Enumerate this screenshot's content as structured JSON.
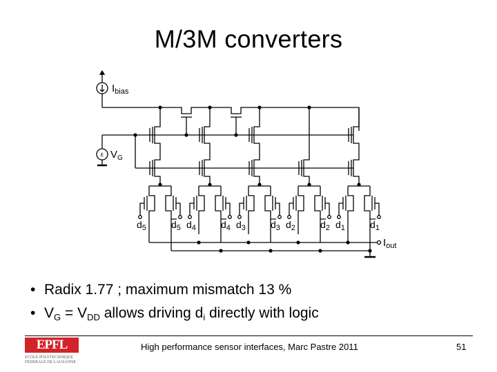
{
  "slide": {
    "title": "M/3M converters",
    "bullets": [
      {
        "parts": [
          "Radix 1.77 ; maximum mismatch 13 %"
        ]
      },
      {
        "v": "V",
        "g": "G",
        "eq": " = V",
        "dd": "DD",
        "mid": " allows driving d",
        "i": "i",
        "end": " directly with logic"
      }
    ],
    "footer": "High performance sensor interfaces, Marc Pastre 2011",
    "page_number": "51",
    "logo": {
      "mark": "EPFL",
      "line1": "ECOLE POLYTECHNIQUE",
      "line2": "FEDERALE DE LAUSANNE",
      "color": "#d2232a"
    }
  },
  "circuit": {
    "sources": {
      "ibias": "I",
      "ibias_sub": "bias",
      "vg": "V",
      "vg_sub": "G"
    },
    "output": {
      "label": "I",
      "sub": "out"
    },
    "digital_inputs": [
      {
        "name": "d",
        "sub": "5",
        "bar": false
      },
      {
        "name": "d",
        "sub": "5",
        "bar": true
      },
      {
        "name": "d",
        "sub": "4",
        "bar": false
      },
      {
        "name": "d",
        "sub": "4",
        "bar": true
      },
      {
        "name": "d",
        "sub": "3",
        "bar": false
      },
      {
        "name": "d",
        "sub": "3",
        "bar": true
      },
      {
        "name": "d",
        "sub": "2",
        "bar": false
      },
      {
        "name": "d",
        "sub": "2",
        "bar": true
      },
      {
        "name": "d",
        "sub": "1",
        "bar": false
      },
      {
        "name": "d",
        "sub": "1",
        "bar": true
      }
    ]
  }
}
